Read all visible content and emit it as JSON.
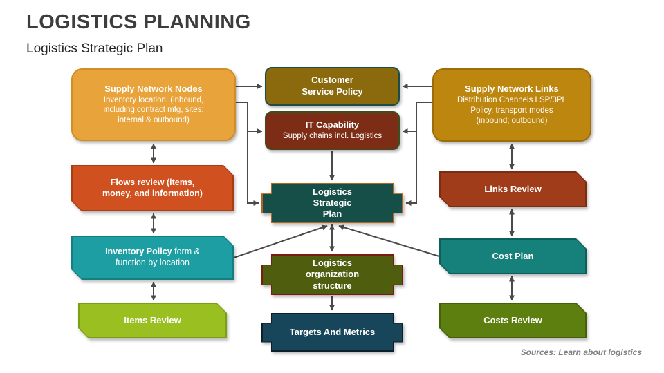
{
  "header": {
    "title": "LOGISTICS PLANNING",
    "subtitle": "Logistics Strategic Plan"
  },
  "boxes": {
    "supply_network_nodes": {
      "title": "Supply Network Nodes",
      "body": "Inventory location: (inbound, including contract mfg, sites: internal & outbound)"
    },
    "customer_service_policy": {
      "title": "Customer Service Policy"
    },
    "it_capability": {
      "title": "IT Capability",
      "body": "Supply chains incl. Logistics"
    },
    "supply_network_links": {
      "title": "Supply Network Links",
      "body": "Distribution Channels LSP/3PL Policy, transport modes (inbound; outbound)"
    },
    "flows_review": {
      "title": "Flows review (items, money, and information)"
    },
    "links_review": {
      "title": "Links Review"
    },
    "logistics_strategic_plan": {
      "title": "Logistics Strategic Plan"
    },
    "inventory_policy": {
      "title": "Inventory Policy",
      "body": "form & function by location"
    },
    "cost_plan": {
      "title": "Cost Plan"
    },
    "items_review": {
      "title": "Items Review"
    },
    "logistics_org_structure": {
      "title": "Logistics organization structure"
    },
    "targets_and_metrics": {
      "title": "Targets And Metrics"
    },
    "costs_review": {
      "title": "Costs Review"
    }
  },
  "footer": {
    "source": "Sources: Learn about logistics"
  },
  "palette": {
    "supply_network_nodes_fill": "#E8A33B",
    "supply_network_nodes_border": "#CE8F26",
    "customer_service_policy_fill": "#8A6A0D",
    "customer_service_policy_border": "#1D4D46",
    "it_capability_fill": "#7D2D16",
    "it_capability_border": "#3E4E20",
    "supply_network_links_fill": "#BD860E",
    "supply_network_links_border": "#9C6D08",
    "flows_review_fill": "#D0511F",
    "flows_review_border": "#A83E14",
    "links_review_fill": "#A13C1B",
    "links_review_border": "#7C2C11",
    "logistics_strategic_plan_fill": "#164F48",
    "logistics_strategic_plan_border": "#B4641D",
    "inventory_policy_fill": "#1C9EA2",
    "inventory_policy_border": "#137F83",
    "cost_plan_fill": "#16807B",
    "cost_plan_border": "#0E5F5B",
    "items_review_fill": "#9ABF20",
    "items_review_border": "#7BA014",
    "logistics_org_structure_fill": "#4F5D0F",
    "logistics_org_structure_border": "#7A1D10",
    "targets_and_metrics_fill": "#17455A",
    "targets_and_metrics_border": "#0D1F2B",
    "costs_review_fill": "#5C7F10",
    "costs_review_border": "#45620A",
    "connector": "#4A4A4A",
    "title_text": "#3D3D3D"
  }
}
